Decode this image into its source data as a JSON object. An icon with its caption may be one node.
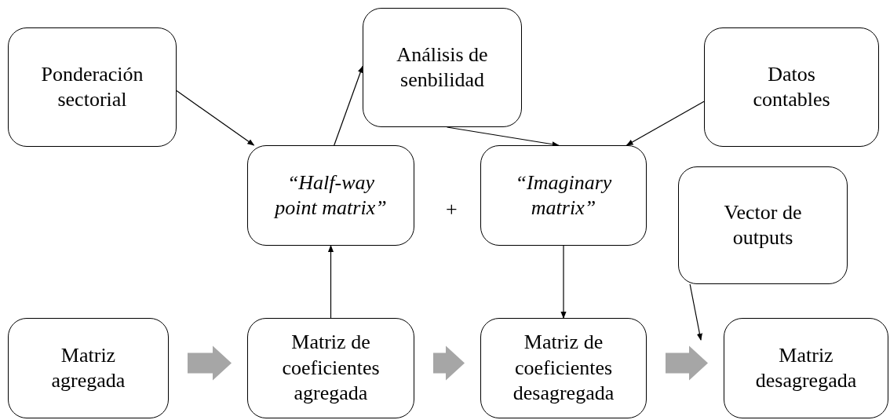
{
  "diagram": {
    "nodes": [
      {
        "text": [
          "Ponderación sectorial"
        ]
      },
      {
        "text": [
          "Análisis de senbilidad"
        ]
      },
      {
        "text": [
          "Datos contables"
        ]
      },
      {
        "text": [
          "“Half-way point matrix”"
        ]
      },
      {
        "text": [
          "“Imaginary matrix”"
        ]
      },
      {
        "text": [
          "Vector de outputs"
        ]
      },
      {
        "text": [
          "Matriz agregada"
        ]
      },
      {
        "text": [
          "Matriz de coeficientes agregada"
        ]
      },
      {
        "text": [
          "Matriz de coeficientes desagregada"
        ]
      },
      {
        "text": [
          "Matriz desagregada"
        ]
      }
    ],
    "edges": [
      {
        "from": 0,
        "to": 3,
        "arrow": "to"
      },
      {
        "from": 3,
        "to": 1,
        "arrow": "to"
      },
      {
        "from": 1,
        "to": 4,
        "arrow": "to"
      },
      {
        "from": 2,
        "to": 4,
        "arrow": "to"
      },
      {
        "from": 7,
        "to": 3,
        "arrow": "to"
      },
      {
        "from": 4,
        "to": 8,
        "arrow": "to"
      },
      {
        "from": 5,
        "to": null,
        "arrow": "to"
      },
      {
        "from": 6,
        "to": 7,
        "arrow": "to",
        "style": "thick",
        "color": "#a6a6a6"
      },
      {
        "from": 7,
        "to": 8,
        "arrow": "to",
        "style": "thick",
        "color": "#a6a6a6"
      },
      {
        "from": 8,
        "to": 9,
        "arrow": "to",
        "style": "thick",
        "color": "#a6a6a6"
      }
    ],
    "labels": [
      "+"
    ]
  }
}
